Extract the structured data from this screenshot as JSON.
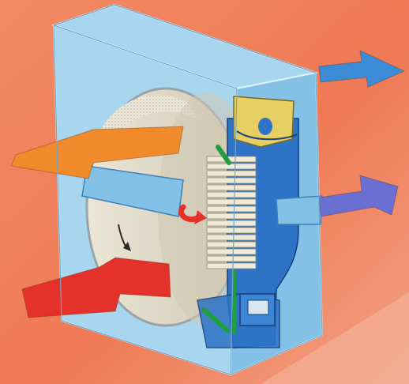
{
  "background": {
    "colors": [
      "#f28a63",
      "#ef7a55",
      "#f2a184"
    ]
  },
  "unit": {
    "casing_color": "#a8d6ef",
    "casing_edge_color": "#dff2fb",
    "wheel_color": "#ece6d6",
    "wheel_mesh_color": "#c7c1ae",
    "rotor_shadow_color": "#cfc8b3",
    "duct_color": "#83c2e6",
    "inner_blue": "#2f73c7",
    "motor_yellow": "#e6cf63",
    "green_parts": "#1f9d3f"
  },
  "arrows": [
    {
      "name": "arrow-outside-air-in",
      "direction": "in",
      "color": "#f08a2b"
    },
    {
      "name": "arrow-supply-air-in",
      "direction": "in",
      "color": "#e4322a"
    },
    {
      "name": "arrow-exhaust-out-top",
      "direction": "out",
      "color": "#3b8bd6"
    },
    {
      "name": "arrow-exhaust-out-middle",
      "direction": "out",
      "color": "#6a6fd2"
    }
  ],
  "icons": [
    "rotation-arrow-icon",
    "curved-red-arrow-icon"
  ]
}
